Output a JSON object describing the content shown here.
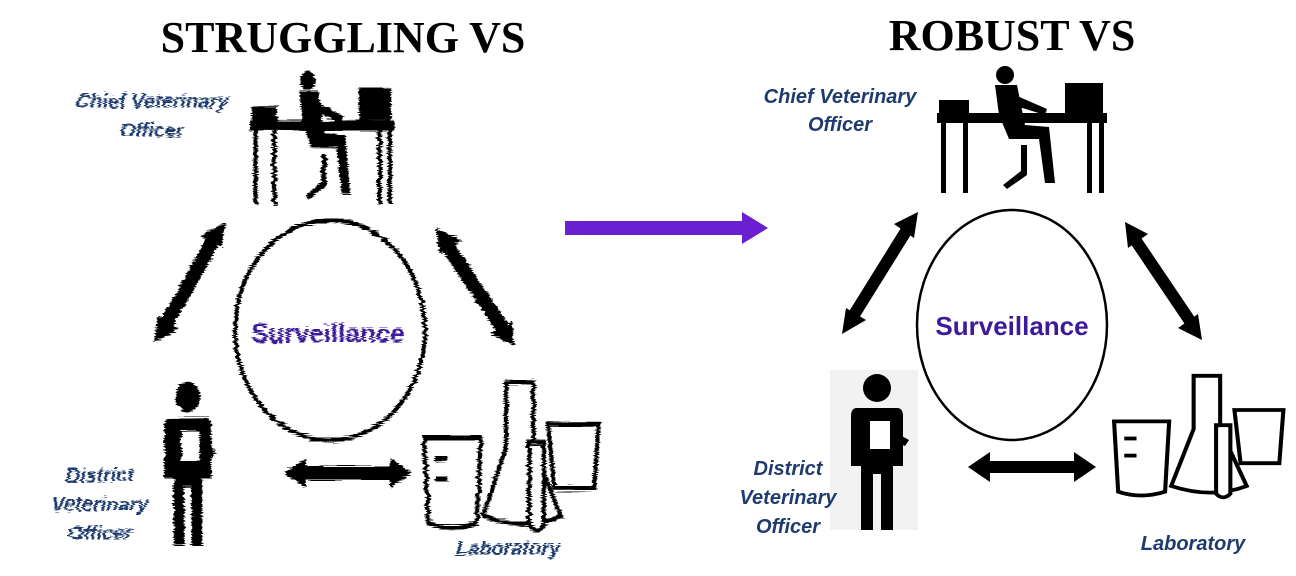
{
  "left": {
    "title": "STRUGGLING VS",
    "chief_label": [
      "Chief Veterinary",
      "Officer"
    ],
    "center_label": "Surveillance",
    "district_label": [
      "District",
      "Veterinary",
      "Officer"
    ],
    "lab_label": "Laboratory"
  },
  "right": {
    "title": "ROBUST VS",
    "chief_label": [
      "Chief Veterinary",
      "Officer"
    ],
    "center_label": "Surveillance",
    "district_label": [
      "District",
      "Veterinary",
      "Officer"
    ],
    "lab_label": "Laboratory"
  },
  "colors": {
    "label": "#1f3a6e",
    "surveillance": "#3d1a99",
    "transition_arrow": "#6a1fd0"
  }
}
